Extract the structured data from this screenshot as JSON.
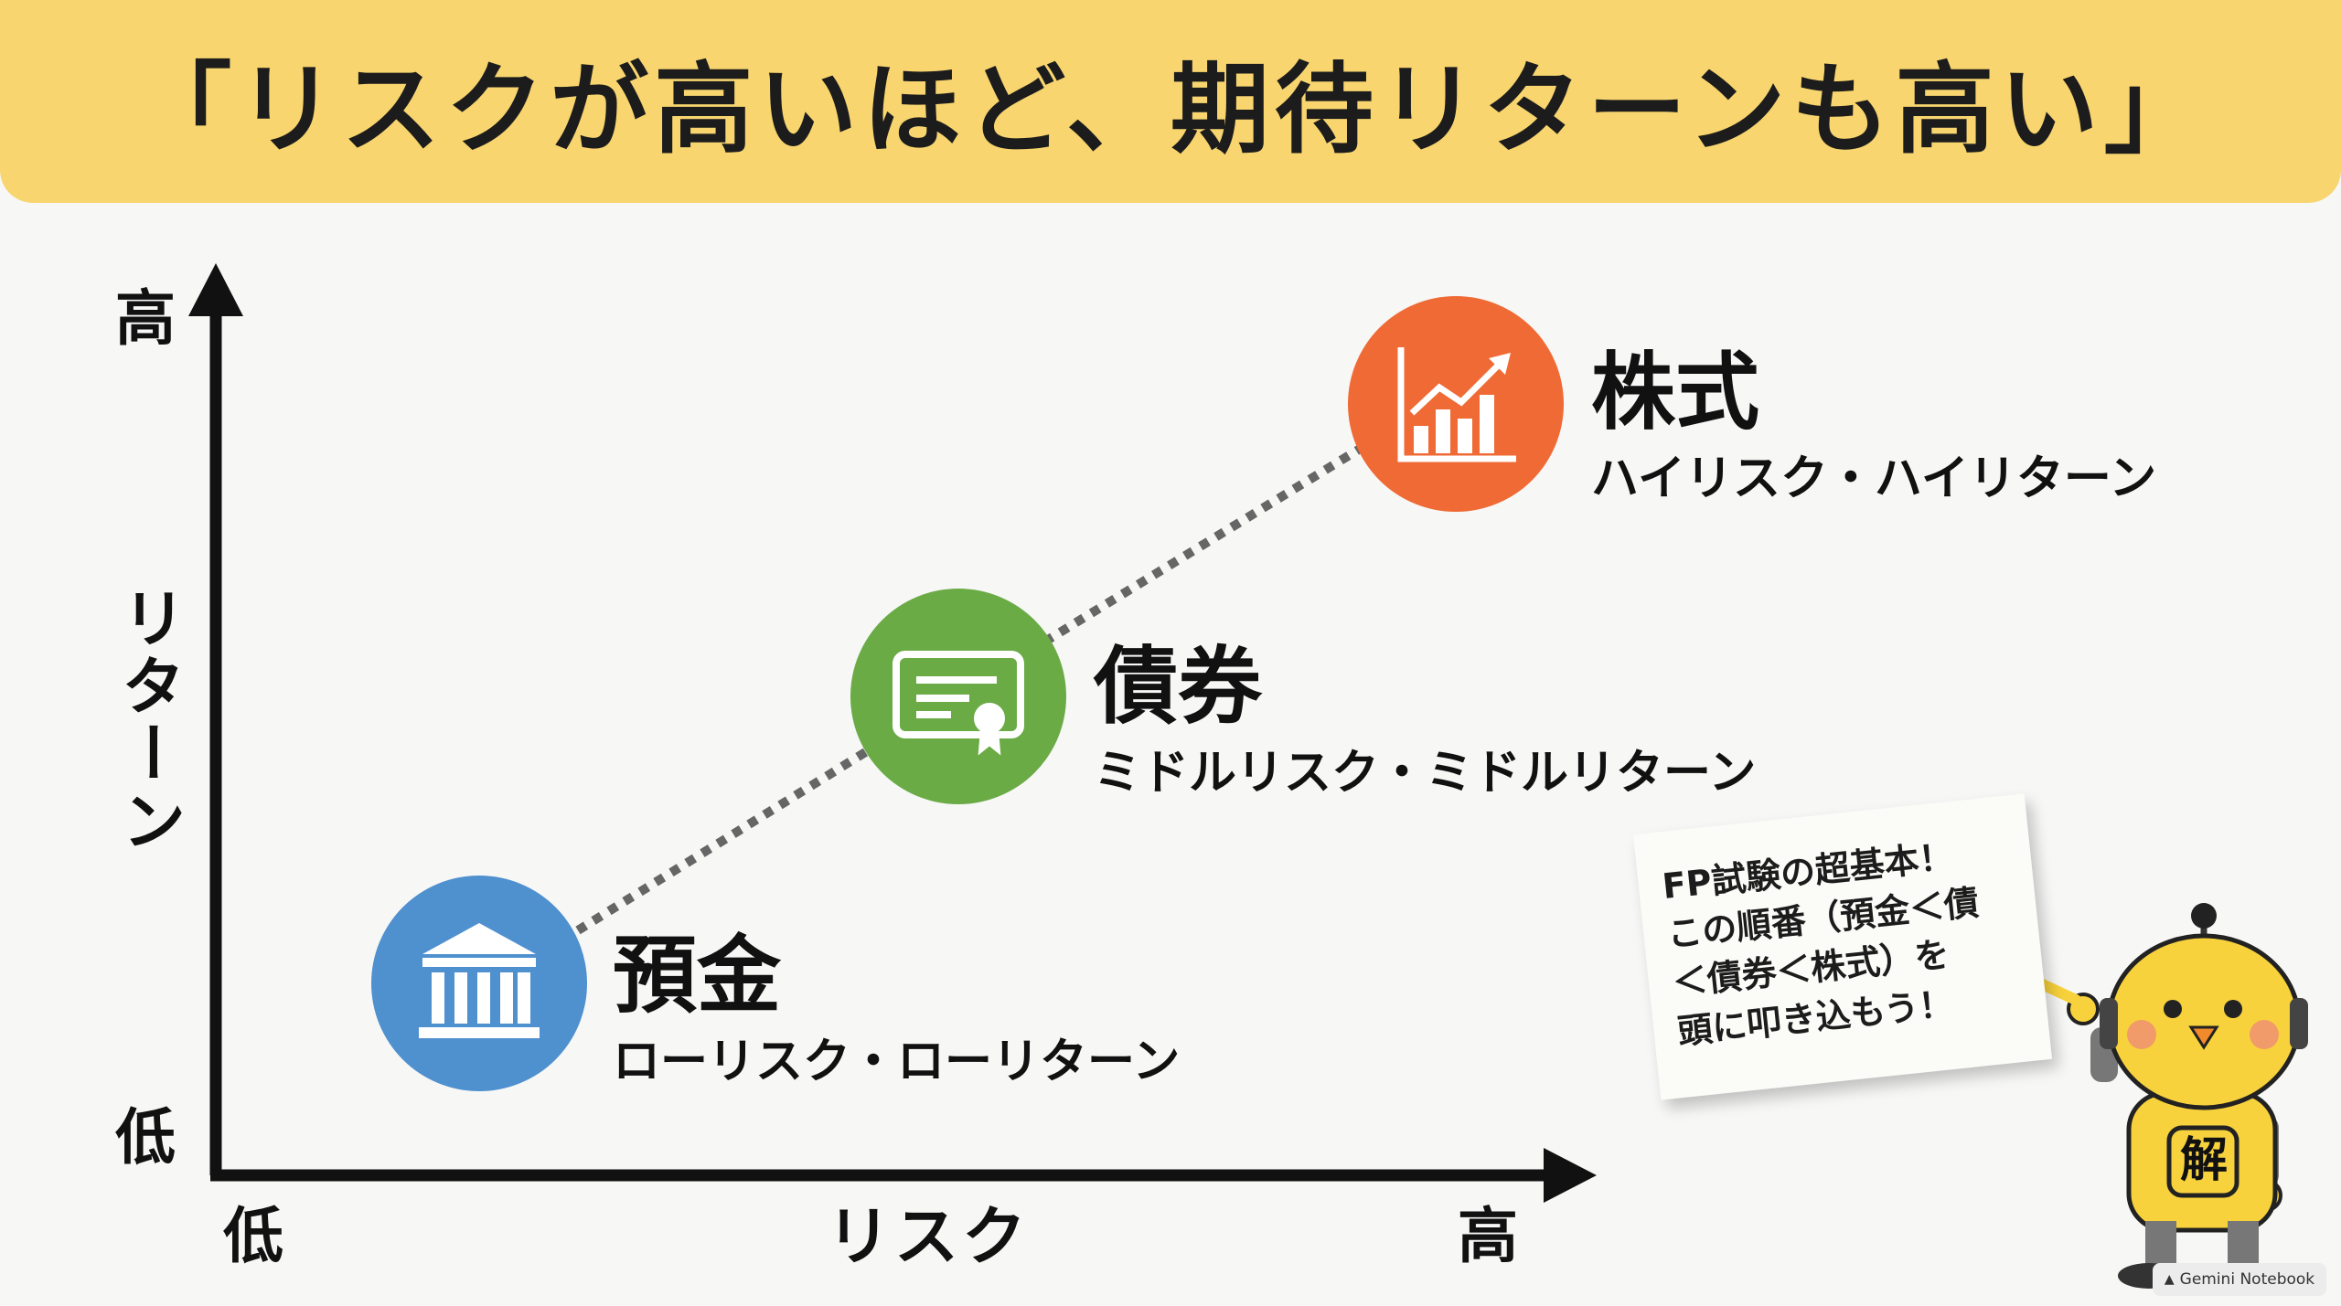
{
  "title": "「リスクが高いほど、期待リターンも高い」",
  "y_axis": {
    "title": "リターン",
    "high": "高",
    "low": "低"
  },
  "x_axis": {
    "title": "リスク",
    "low": "低",
    "high": "高"
  },
  "assets": [
    {
      "name": "預金",
      "description": "ローリスク・ローリターン",
      "color": "#4f90cf",
      "icon": "bank-icon"
    },
    {
      "name": "債券",
      "description": "ミドルリスク・ミドルリターン",
      "color": "#6aab46",
      "icon": "certificate-icon"
    },
    {
      "name": "株式",
      "description": "ハイリスク・ハイリターン",
      "color": "#ef6a35",
      "icon": "growth-chart-icon"
    }
  ],
  "note": {
    "lines": [
      "FP試験の超基本！",
      "この順番（預金＜債",
      "＜債券＜株式）を",
      "頭に叩き込もう！"
    ]
  },
  "mascot": {
    "badge_text": "解",
    "color": "#f8d23c"
  },
  "watermark": {
    "text": "Gemini Notebook"
  },
  "colors": {
    "banner": "#f8d56f",
    "background": "#f7f7f6",
    "axis": "#111111",
    "dotted_line": "#666666"
  }
}
